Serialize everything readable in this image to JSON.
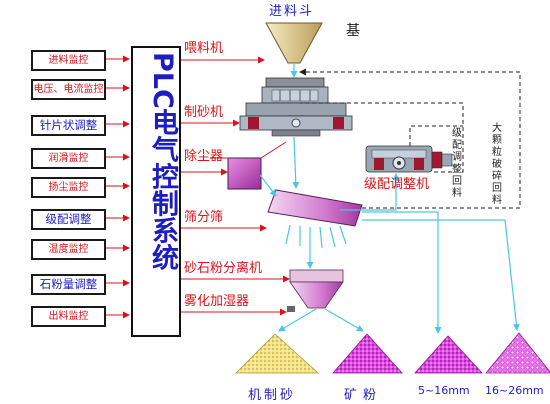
{
  "feed_hopper_label": "进料斗",
  "base_label": "基",
  "plc_title": "PLC电气控制系统",
  "monitors": [
    {
      "text": "进料监控",
      "color": "red"
    },
    {
      "text": "电压、电流监控",
      "color": "red"
    },
    {
      "text": "针片状调整",
      "color": "blue"
    },
    {
      "text": "润滑监控",
      "color": "red"
    },
    {
      "text": "扬尘监控",
      "color": "red"
    },
    {
      "text": "级配调整",
      "color": "blue"
    },
    {
      "text": "温度监控",
      "color": "red"
    },
    {
      "text": "石粉量调整",
      "color": "blue"
    },
    {
      "text": "出料监控",
      "color": "red"
    }
  ],
  "equipment": {
    "feeder": "喂料机",
    "sand_maker": "制砂机",
    "dust_collector": "除尘器",
    "screen": "筛分筛",
    "separator": "砂石粉分离机",
    "humidifier": "雾化加湿器",
    "grading_adjuster": "级配调整机"
  },
  "side_notes": {
    "grading_return": "级配调整回料",
    "oversize_return": "大颗粒破碎回料"
  },
  "products": [
    "机制砂",
    "矿粉",
    "5~16mm",
    "16~26mm"
  ],
  "colors": {
    "label_red": "#d8141c",
    "label_blue": "#1d1dc0",
    "flow_line": "#49c6e8",
    "hopper_fill": "#e8d8a8",
    "screen_fill": "#c870c0",
    "pile_magenta": "#e040e8",
    "pile_yellow": "#f0e060",
    "grey": "#9aa6b6"
  }
}
